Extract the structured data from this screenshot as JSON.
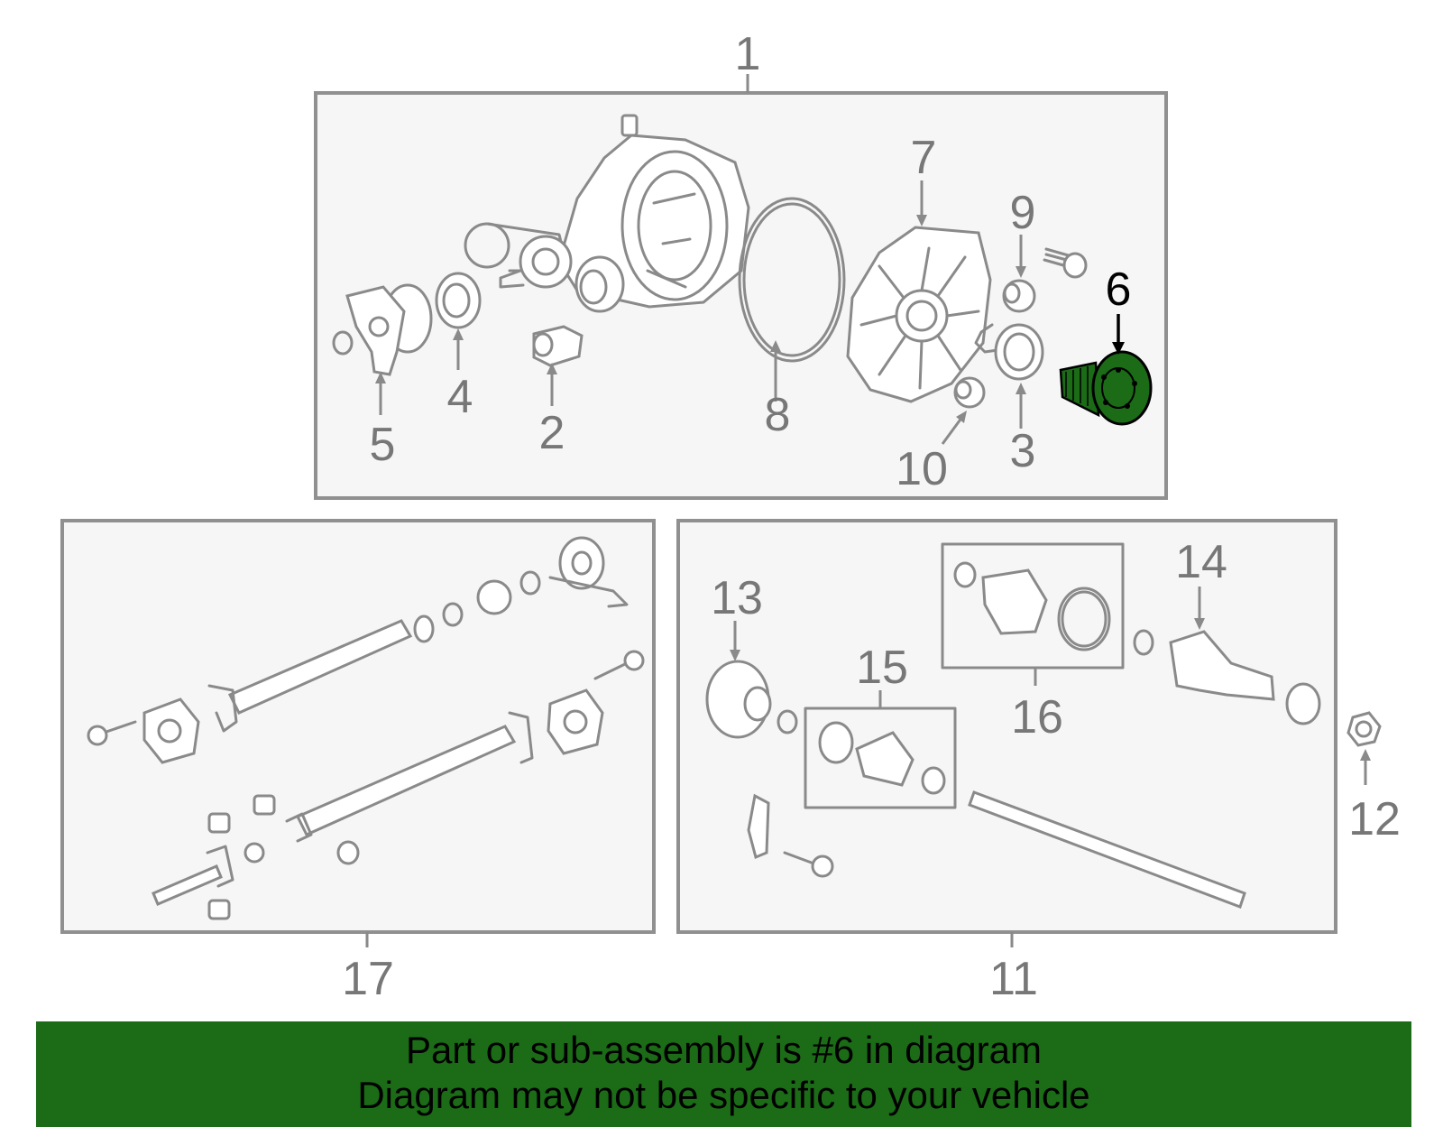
{
  "callouts": {
    "c1": "1",
    "c2": "2",
    "c3": "3",
    "c4": "4",
    "c5": "5",
    "c6": "6",
    "c7": "7",
    "c8": "8",
    "c9": "9",
    "c10": "10",
    "c11": "11",
    "c12": "12",
    "c13": "13",
    "c14": "14",
    "c15": "15",
    "c16": "16",
    "c17": "17"
  },
  "highlight": {
    "part": "6",
    "color": "#1b6b17"
  },
  "banner": {
    "line1": "Part or sub-assembly is #6 in diagram",
    "line2": "Diagram may not be specific to your vehicle",
    "background": "#1b6b17"
  }
}
